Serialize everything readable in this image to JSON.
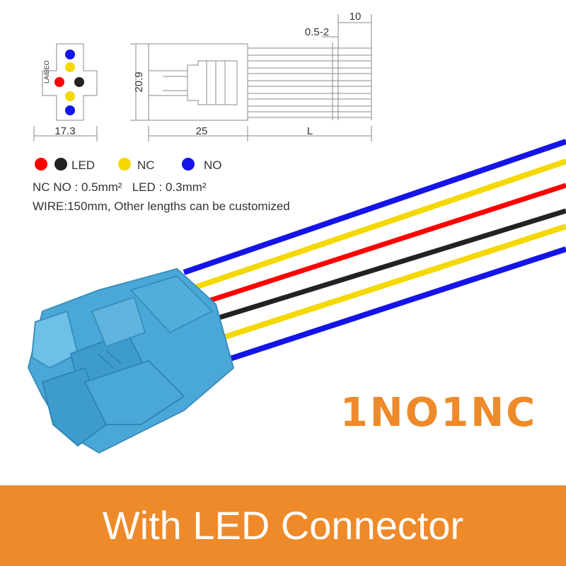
{
  "dimensions": {
    "d_width": "17.3",
    "d_height": "20.9",
    "d_body": "25",
    "d_length": "L",
    "d_strip": "0.5-2",
    "d_tip": "10"
  },
  "legend": {
    "led_label": "LED",
    "nc_label": "NC",
    "no_label": "NO"
  },
  "spec": {
    "line1": "NC NO : 0.5mm²   LED : 0.3mm²",
    "line2": "WIRE:150mm, Other lengths can be customized"
  },
  "product": {
    "contacts": "1NO1NC",
    "banner": "With LED Connector"
  },
  "colors": {
    "red": "#ff0000",
    "black": "#222222",
    "yellow": "#f5d800",
    "blue": "#1414e8",
    "connector": "#4aa8d8",
    "accent": "#ee8a2a"
  },
  "icons": {
    "engraving": "LAIBEO"
  }
}
